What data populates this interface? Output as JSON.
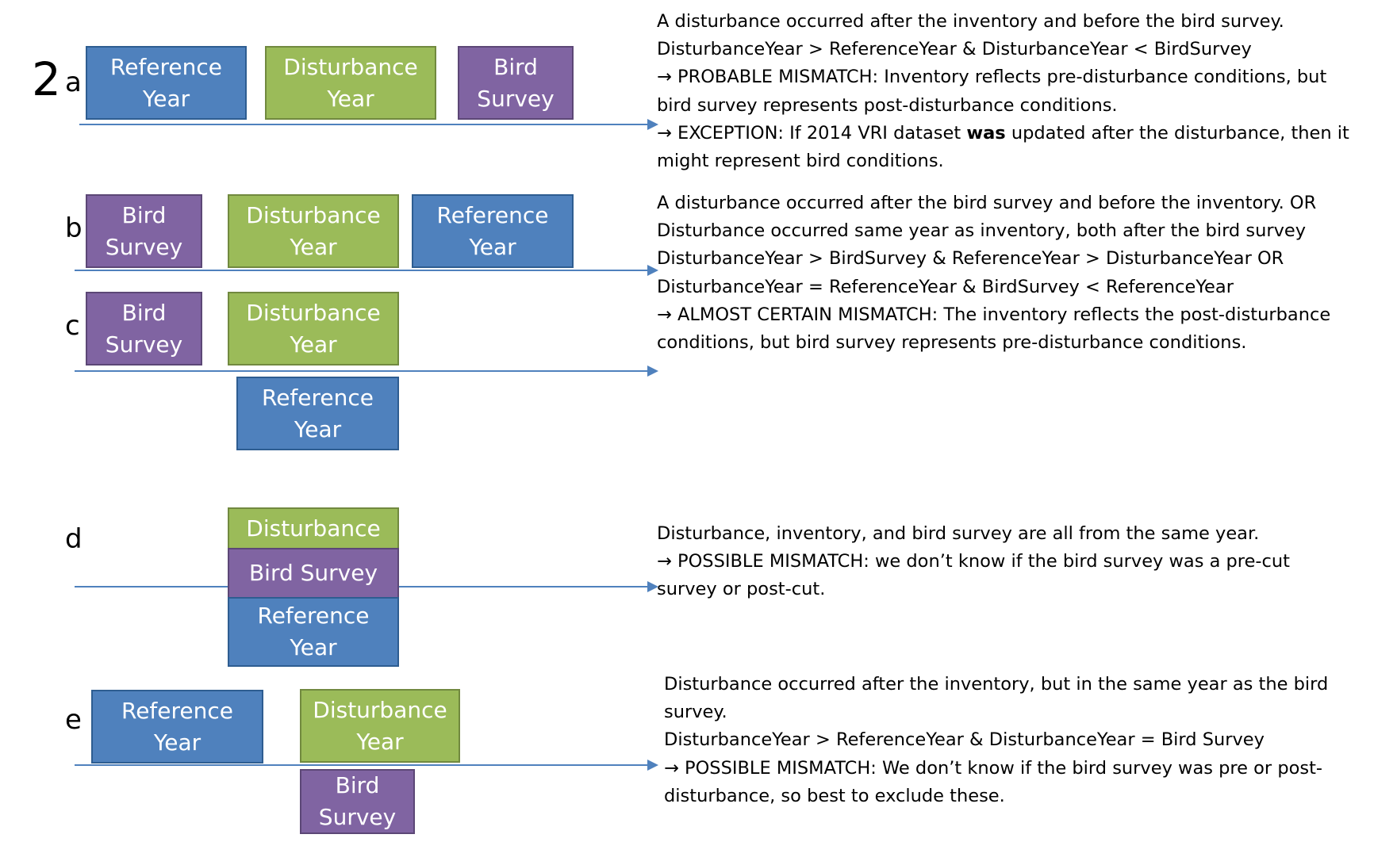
{
  "figure_number": "2",
  "panels": [
    {
      "letter": "a",
      "boxes": {
        "ref": [
          "Reference",
          "Year"
        ],
        "dist": [
          "Disturbance",
          "Year"
        ],
        "bird": [
          "Bird",
          "Survey"
        ]
      },
      "text": [
        "A disturbance occurred after the inventory and before the bird survey.",
        "DisturbanceYear > ReferenceYear & DisturbanceYear < BirdSurvey",
        "→ PROBABLE MISMATCH: Inventory reflects pre-disturbance conditions, but",
        "bird survey represents post-disturbance conditions.",
        "→ EXCEPTION: If 2014 VRI dataset ",
        "was",
        " updated after the disturbance, then it",
        "might represent bird conditions."
      ]
    },
    {
      "letter": "b",
      "boxes": {
        "bird": [
          "Bird",
          "Survey"
        ],
        "dist": [
          "Disturbance",
          "Year"
        ],
        "ref": [
          "Reference",
          "Year"
        ]
      },
      "text": [
        "A disturbance occurred after the bird survey and before the inventory. OR",
        "Disturbance occurred same year as inventory, both after the bird survey",
        "DisturbanceYear > BirdSurvey & ReferenceYear > DisturbanceYear OR",
        "DisturbanceYear = ReferenceYear & BirdSurvey < ReferenceYear",
        "→ ALMOST CERTAIN MISMATCH: The inventory reflects the post-disturbance",
        "conditions, but bird survey represents pre-disturbance conditions."
      ]
    },
    {
      "letter": "c",
      "boxes": {
        "bird": [
          "Bird",
          "Survey"
        ],
        "dist": [
          "Disturbance",
          "Year"
        ],
        "ref": [
          "Reference",
          "Year"
        ]
      }
    },
    {
      "letter": "d",
      "boxes": {
        "dist": [
          "Disturbance"
        ],
        "bird": [
          "Bird Survey"
        ],
        "ref": [
          "Reference",
          "Year"
        ]
      },
      "text": [
        "Disturbance, inventory, and bird survey are all from the same year.",
        "→ POSSIBLE MISMATCH: we don’t know if the bird survey was a pre-cut",
        "survey or post-cut."
      ]
    },
    {
      "letter": "e",
      "boxes": {
        "ref": [
          "Reference",
          "Year"
        ],
        "dist": [
          "Disturbance",
          "Year"
        ],
        "bird": [
          "Bird",
          "Survey"
        ]
      },
      "text": [
        "Disturbance occurred after the inventory, but in the same year as the bird",
        "survey.",
        "DisturbanceYear > ReferenceYear & DisturbanceYear = Bird Survey",
        "→ POSSIBLE MISMATCH: We don’t know if the bird survey was pre or post-",
        "disturbance, so best to exclude these."
      ]
    }
  ],
  "colors": {
    "reference": "#4f81bd",
    "disturbance": "#9bbb59",
    "bird": "#8064a2",
    "timeline": "#4f81bd"
  }
}
